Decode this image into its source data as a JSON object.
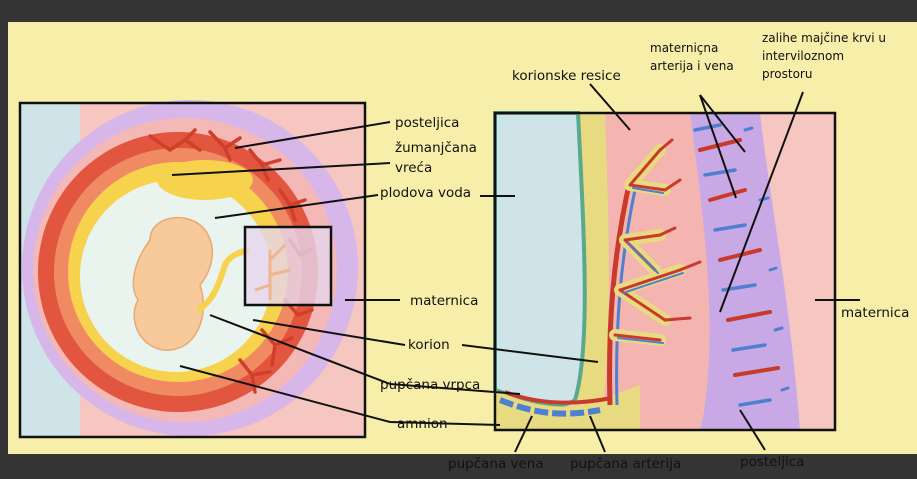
{
  "labels": {
    "posteljica_left": "posteljica",
    "zumanjcana_1": "žumanjčana",
    "zumanjcana_2": "vreća",
    "plodova_voda": "plodova voda",
    "maternica_center": "maternica",
    "korion": "korion",
    "pupcana_vrpca": "pupčana vrpca",
    "amnion": "amnion",
    "korionske_resice": "korionske resice",
    "maternicna_1": "materniçna",
    "maternicna_2": "arterija  i vena",
    "zalihe_1": "zalihe majčine krvi u",
    "zalihe_2": "interviloznom",
    "zalihe_3": "prostoru",
    "maternica_right": "maternica",
    "pupcana_vena": "pupčana vena",
    "pupcana_arterija": "pupčana arterija",
    "posteljica_right": "posteljica"
  },
  "colors": {
    "background": "#f7eeaa",
    "frame": "#343434",
    "uterus": "#f6c6c0",
    "amniotic_fluid": "#cfe4e8",
    "chorion_purple": "#c9a8e6",
    "yolk": "#f6d24d",
    "embryo": "#f7c99b",
    "artery": "#d8432e",
    "vein": "#4f7fd0"
  }
}
